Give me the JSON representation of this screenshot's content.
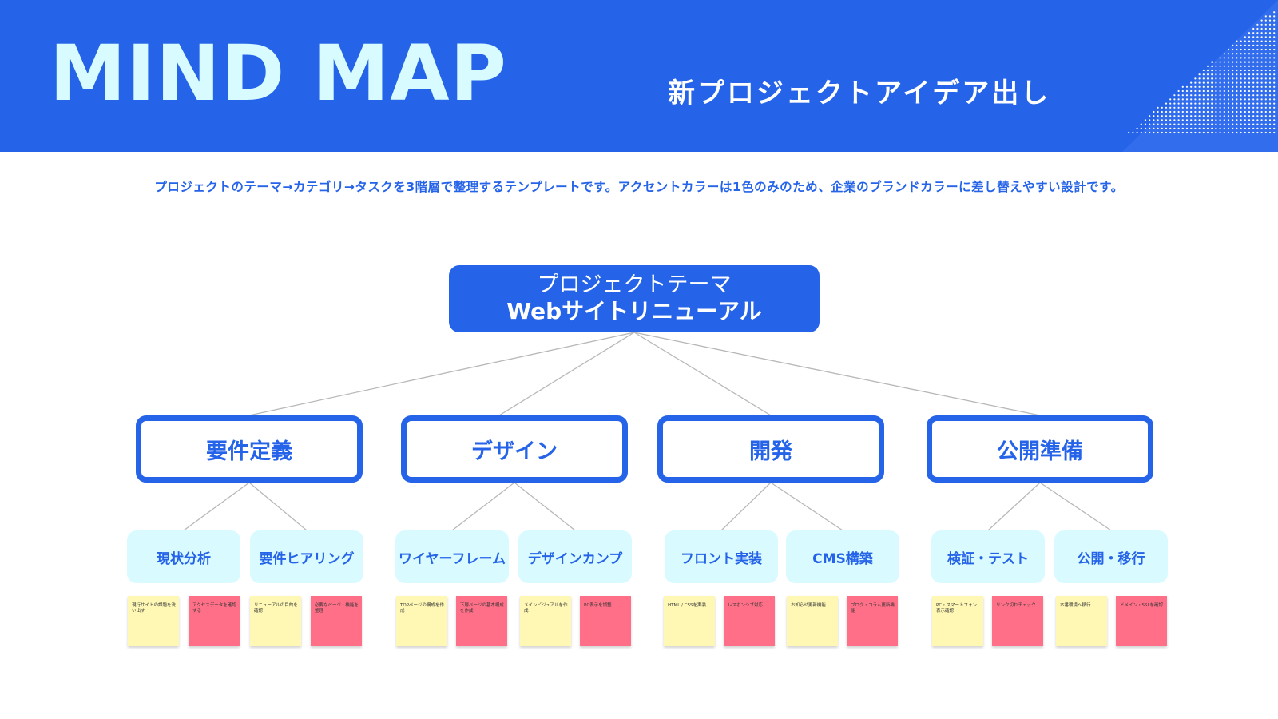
{
  "header": {
    "title": "MIND MAP",
    "subtitle": "新プロジェクトアイデア出し",
    "background_color": "#2563e8",
    "title_color": "#d7fbff"
  },
  "description": "プロジェクトのテーマ→カテゴリ→タスクを3階層で整理するテンプレートです。アクセントカラーは1色のみのため、企業のブランドカラーに差し替えやすい設計です。",
  "root": {
    "line1": "プロジェクトテーマ",
    "line2": "Webサイトリニューアル"
  },
  "categories": [
    {
      "label": "要件定義",
      "tasks": [
        {
          "label": "現状分析",
          "notes": [
            "現行サイトの課題を洗い出す",
            "アクセスデータを確認する"
          ]
        },
        {
          "label": "要件ヒアリング",
          "notes": [
            "リニューアルの目的を確認",
            "必要なページ・機能を整理"
          ]
        }
      ]
    },
    {
      "label": "デザイン",
      "tasks": [
        {
          "label": "ワイヤーフレーム",
          "notes": [
            "TOPページの構成を作成",
            "下層ページの基本構成を作成"
          ]
        },
        {
          "label": "デザインカンプ",
          "notes": [
            "メインビジュアルを作成",
            "PC表示を調整"
          ]
        }
      ]
    },
    {
      "label": "開発",
      "tasks": [
        {
          "label": "フロント実装",
          "notes": [
            "HTML / CSSを実装",
            "レスポンシブ対応"
          ]
        },
        {
          "label": "CMS構築",
          "notes": [
            "お知らせ更新機能",
            "ブログ・コラム更新機能"
          ]
        }
      ]
    },
    {
      "label": "公開準備",
      "tasks": [
        {
          "label": "検証・テスト",
          "notes": [
            "PC・スマートフォン表示確認",
            "リンク切れチェック"
          ]
        },
        {
          "label": "公開・移行",
          "notes": [
            "本番環境へ移行",
            "ドメイン・SSLを確認"
          ]
        }
      ]
    }
  ],
  "colors": {
    "accent": "#2563e8",
    "task_background": "#d9fbff",
    "note_yellow": "#fff8b5",
    "note_red": "#ff7088",
    "connector": "#b8b8b8"
  }
}
